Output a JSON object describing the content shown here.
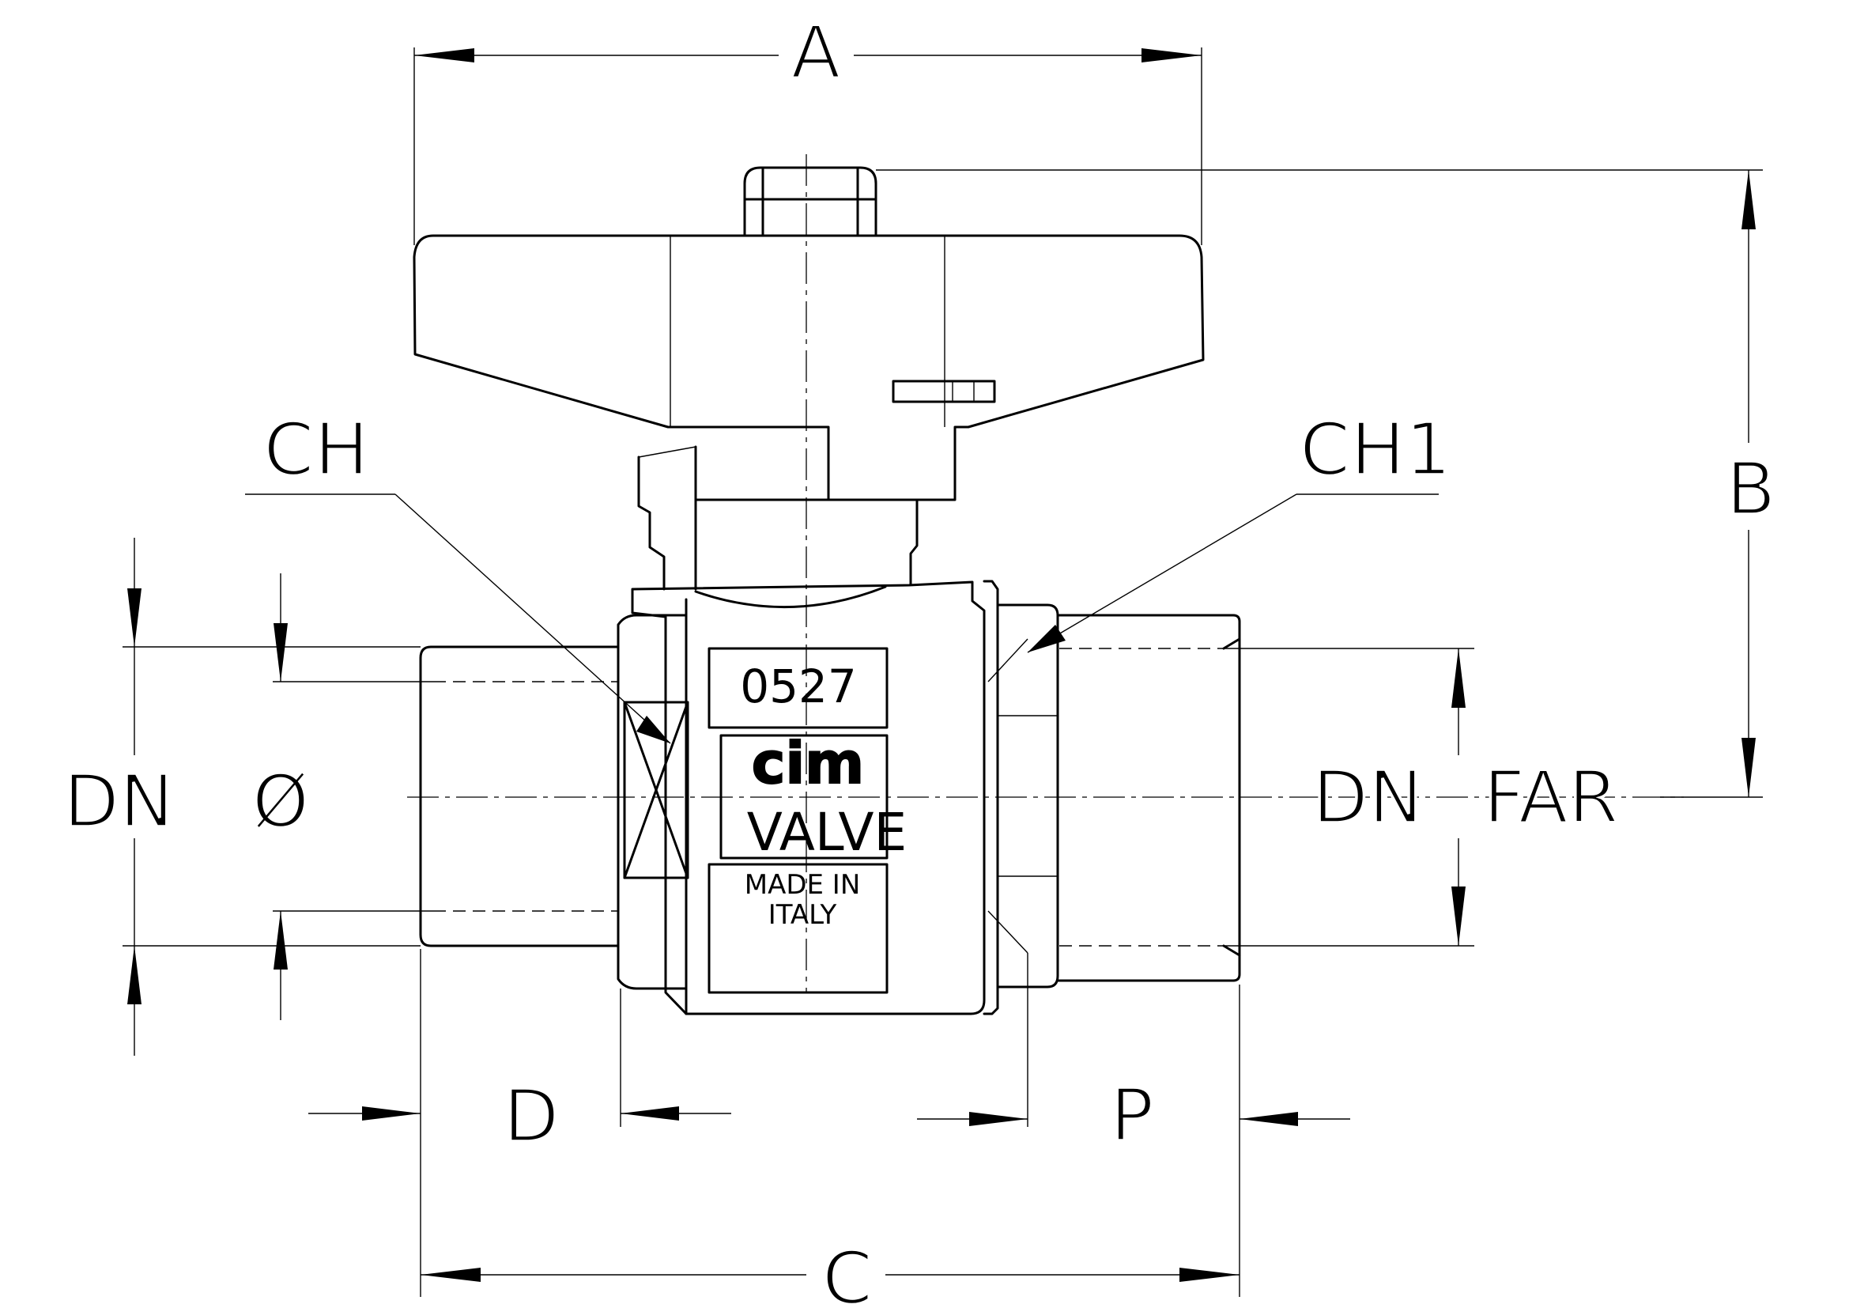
{
  "dimensions": {
    "A": "A",
    "B": "B",
    "C": "C",
    "D": "D",
    "P": "P",
    "CH": "CH",
    "CH1": "CH1",
    "DN_left": "DN",
    "diameter": "Ø",
    "DN_right": "DN",
    "FAR": "FAR"
  },
  "body_markings": {
    "code": "0527",
    "brand": "cim",
    "product": "VALVE",
    "origin_line1": "MADE IN",
    "origin_line2": "ITALY"
  }
}
